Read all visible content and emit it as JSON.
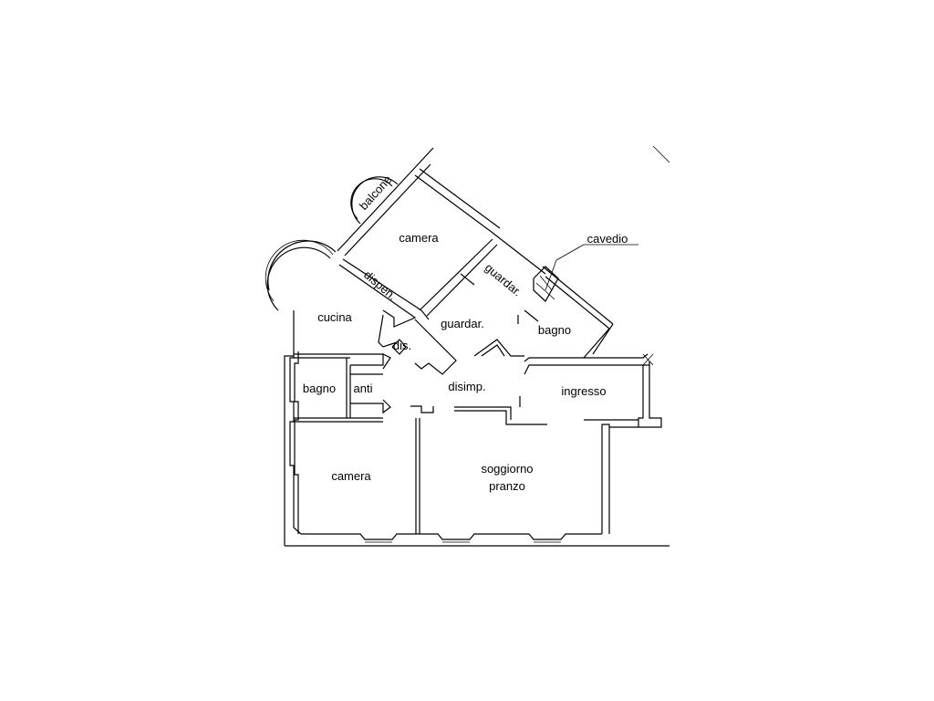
{
  "rooms": {
    "balcone": "balcone",
    "camera_top": "camera",
    "dispen": "dispen.",
    "cucina": "cucina",
    "guardar_center": "guardar.",
    "guardar_diag": "guardar.",
    "cavedio": "cavedio",
    "bagno_right": "bagno",
    "dis": "dis.",
    "bagno_left": "bagno",
    "anti": "anti",
    "disimp": "disimp.",
    "ingresso": "ingresso",
    "camera_bottom": "camera",
    "soggiorno": "soggiorno",
    "pranzo": "pranzo"
  }
}
